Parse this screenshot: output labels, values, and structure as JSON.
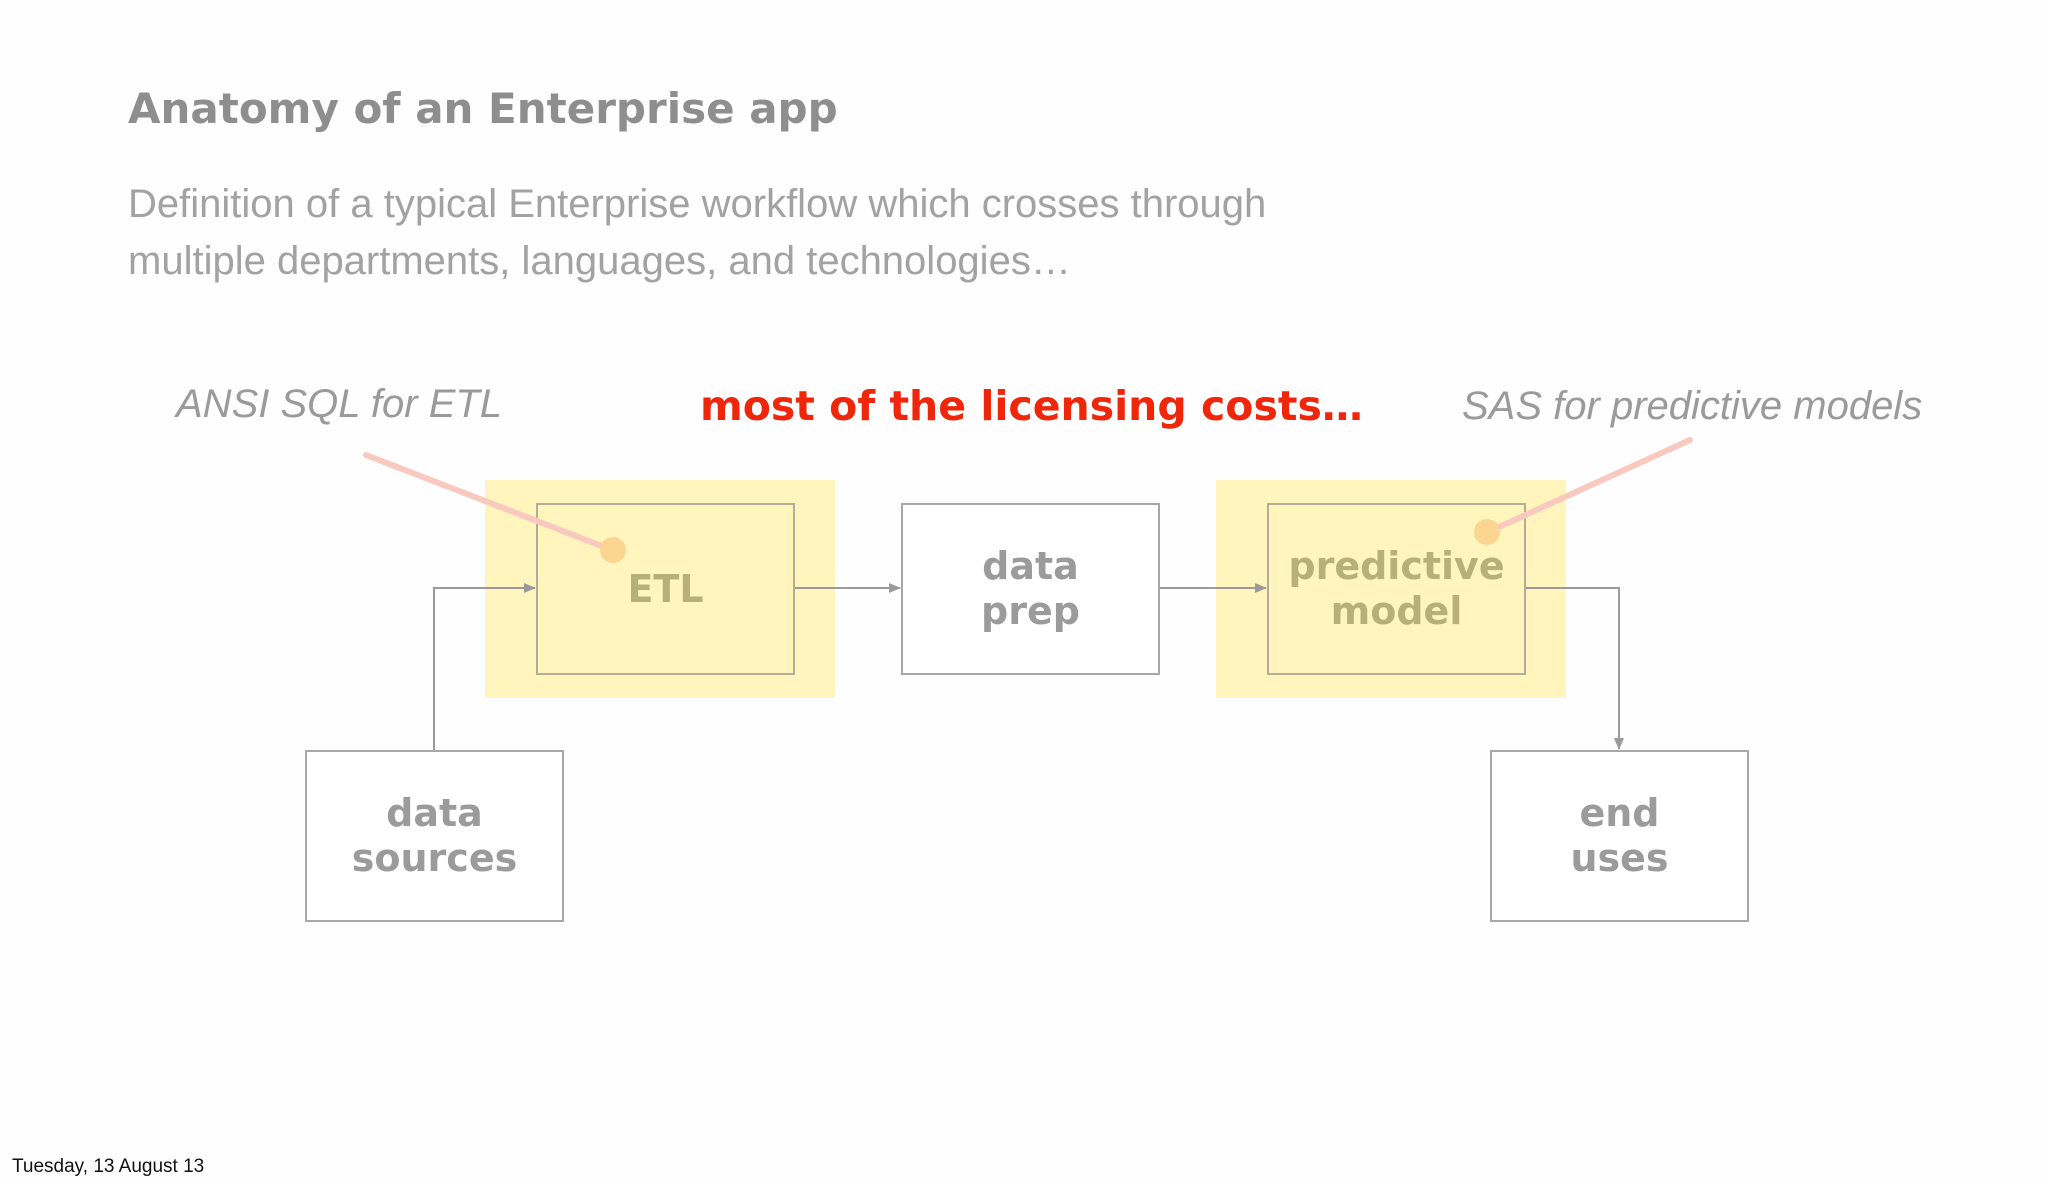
{
  "slide": {
    "title": "Anatomy of an Enterprise app",
    "subtitle_line1": "Definition of a typical Enterprise workflow which crosses through",
    "subtitle_line2": "multiple departments, languages, and technologies…",
    "annotation_etl": "ANSI SQL for ETL",
    "annotation_costs": "most of the licensing costs…",
    "annotation_sas": "SAS for predictive models",
    "footer_date": "Tuesday, 13 August 13"
  },
  "diagram": {
    "nodes": {
      "etl": {
        "line1": "ETL"
      },
      "data_prep": {
        "line1": "data",
        "line2": "prep"
      },
      "predictive_model": {
        "line1": "predictive",
        "line2": "model"
      },
      "data_sources": {
        "line1": "data",
        "line2": "sources"
      },
      "end_uses": {
        "line1": "end",
        "line2": "uses"
      }
    },
    "edges": [
      {
        "from": "data sources",
        "to": "ETL"
      },
      {
        "from": "ETL",
        "to": "data prep"
      },
      {
        "from": "data prep",
        "to": "predictive model"
      },
      {
        "from": "predictive model",
        "to": "end uses"
      }
    ]
  },
  "colors": {
    "highlight": "#fff5bd",
    "costs_text": "#f0260a",
    "callout_line": "#f9c9c0",
    "callout_dot": "#fcd590"
  }
}
